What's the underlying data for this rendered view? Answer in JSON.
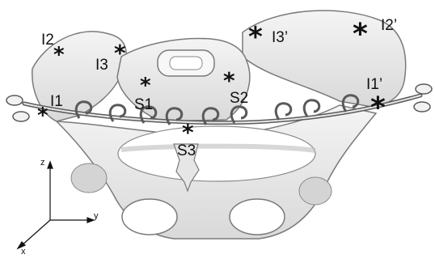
{
  "colors": {
    "bone_fill": "#eeeeee",
    "bone_shadow": "#c8c8c8",
    "bone_outline": "#7a7a7a",
    "marker": "#111111"
  },
  "landmarks": {
    "i1": "I1",
    "i2": "I2",
    "i3": "I3",
    "s1": "S1",
    "s2": "S2",
    "s3": "S3",
    "i1p": "I1’",
    "i2p": "I2’",
    "i3p": "I3’"
  },
  "marker_symbol": "*",
  "axes": {
    "x": "x",
    "y": "y",
    "z": "z"
  }
}
